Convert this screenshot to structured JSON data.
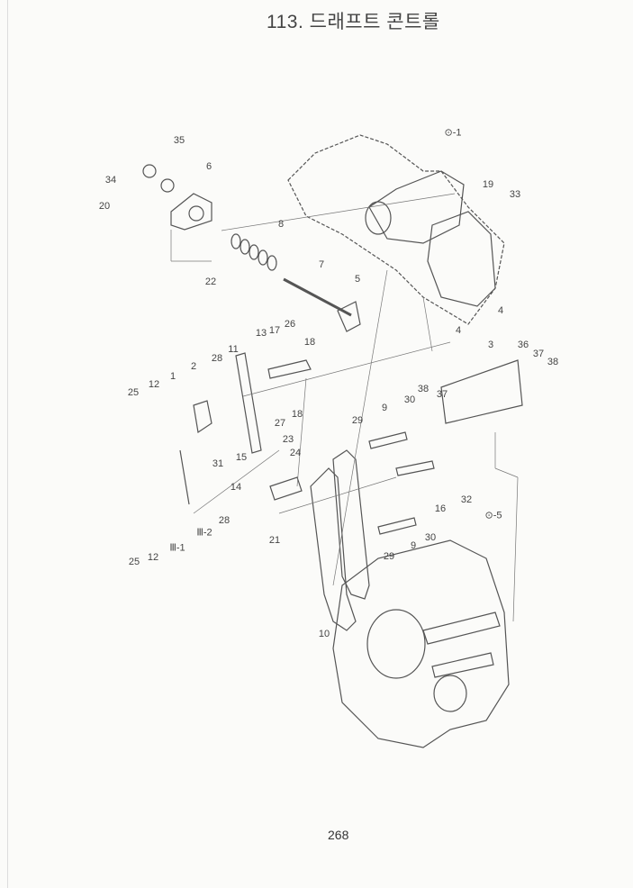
{
  "header": {
    "title": "113. 드래프트 콘트롤"
  },
  "footer": {
    "page_number": "268"
  },
  "callouts": [
    "35",
    "34",
    "6",
    "20",
    "22",
    "8",
    "7",
    "5",
    "⊙-1",
    "19",
    "33",
    "4",
    "4",
    "3",
    "36",
    "37",
    "38",
    "38",
    "37",
    "13",
    "17",
    "26",
    "18",
    "11",
    "28",
    "2",
    "12",
    "1",
    "25",
    "27",
    "18",
    "31",
    "15",
    "23",
    "24",
    "14",
    "21",
    "28",
    "25",
    "12",
    "Ⅲ-1",
    "Ⅲ-2",
    "30",
    "29",
    "9",
    "32",
    "16",
    "30",
    "9",
    "29",
    "⊙-5",
    "10"
  ]
}
